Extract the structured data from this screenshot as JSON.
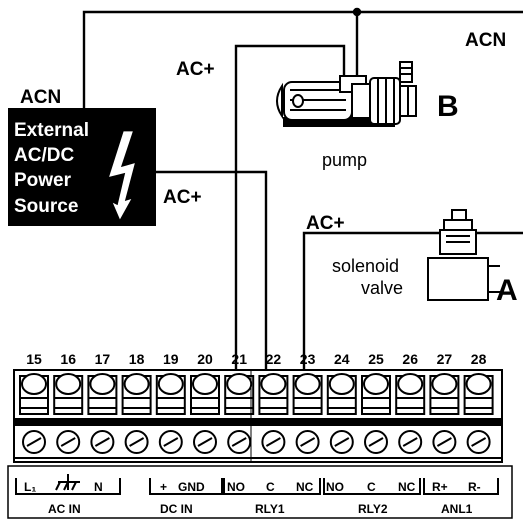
{
  "labels": {
    "acn_left": "ACN",
    "acn_right": "ACN",
    "acplus_top": "AC+",
    "acplus_mid": "AC+",
    "acplus_valve": "AC+",
    "pump_letter": "B",
    "pump_caption": "pump",
    "valve_letter": "A",
    "valve_line1": "solenoid",
    "valve_line2": "valve"
  },
  "power_source": {
    "line1": "External",
    "line2": "AC/DC",
    "line3": "Power",
    "line4": "Source"
  },
  "terminal_block": {
    "numbers": [
      "15",
      "16",
      "17",
      "18",
      "19",
      "20",
      "21",
      "22",
      "23",
      "24",
      "25",
      "26",
      "27",
      "28"
    ]
  },
  "bottom_labels": {
    "l1": "L₁",
    "n": "N",
    "plus": "+",
    "gnd": "GND",
    "no1": "NO",
    "c1": "C",
    "nc1": "NC",
    "no2": "NO",
    "c2": "C",
    "nc2": "NC",
    "rplus": "R+",
    "rminus": "R-",
    "ac_in": "AC IN",
    "dc_in": "DC  IN",
    "rly1": "RLY1",
    "rly2": "RLY2",
    "anl1": "ANL1"
  },
  "icons": {
    "ground": "ground-icon",
    "lightning": "lightning-bolt-icon",
    "pump": "pump-motor-icon",
    "valve": "solenoid-valve-icon"
  }
}
